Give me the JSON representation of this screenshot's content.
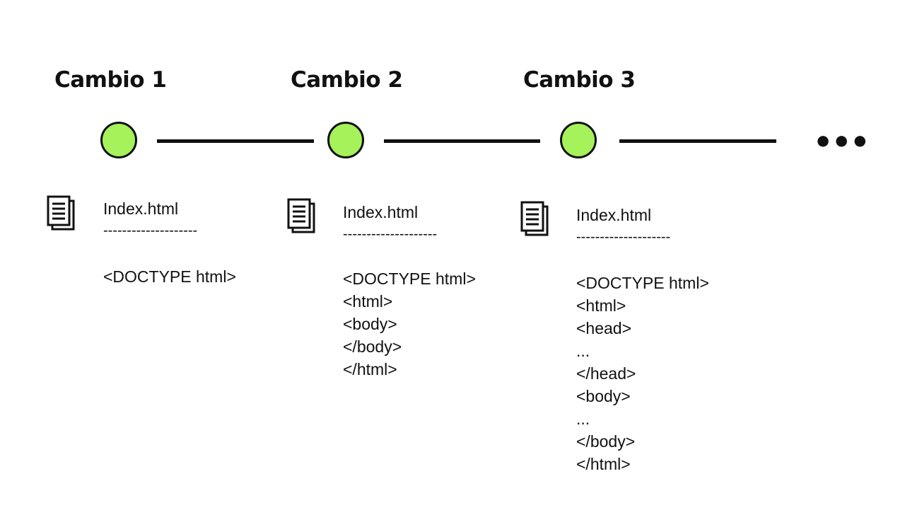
{
  "colors": {
    "node_fill": "#a5f25a",
    "node_stroke": "#111111",
    "line": "#111111"
  },
  "more_indicator": "•••",
  "stages": [
    {
      "title": "Cambio 1",
      "file_name": "Index.html",
      "separator": "--------------------",
      "code_lines": [
        "<DOCTYPE html>"
      ]
    },
    {
      "title": "Cambio 2",
      "file_name": "Index.html",
      "separator": "--------------------",
      "code_lines": [
        "<DOCTYPE html>",
        "<html>",
        "<body>",
        "</body>",
        "</html>"
      ]
    },
    {
      "title": "Cambio 3",
      "file_name": "Index.html",
      "separator": "--------------------",
      "code_lines": [
        "<DOCTYPE html>",
        "<html>",
        "<head>",
        "...",
        "</head>",
        "<body>",
        "...",
        "</body>",
        "</html>"
      ]
    }
  ]
}
